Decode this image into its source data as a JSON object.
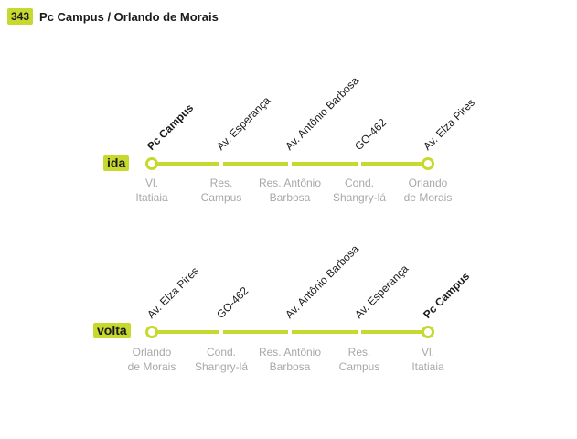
{
  "header": {
    "route_number": "343",
    "route_name": "Pc Campus / Orlando de Morais"
  },
  "colors": {
    "accent": "#c7d92e",
    "stop_text": "#a8a8a8",
    "text": "#1a1a1a"
  },
  "ida": {
    "label": "ida",
    "streets": [
      {
        "text": "Pc Campus",
        "bold": true
      },
      {
        "text": "Av. Esperança",
        "bold": false
      },
      {
        "text": "Av. Antônio Barbosa",
        "bold": false
      },
      {
        "text": "GO-462",
        "bold": false
      },
      {
        "text": "Av. Elza Pires",
        "bold": false
      }
    ],
    "stops": [
      {
        "line1": "Vl.",
        "line2": "Itatiaia"
      },
      {
        "line1": "Res.",
        "line2": "Campus"
      },
      {
        "line1": "Res. Antônio",
        "line2": "Barbosa"
      },
      {
        "line1": "Cond.",
        "line2": "Shangry-lá"
      },
      {
        "line1": "Orlando",
        "line2": "de Morais"
      }
    ]
  },
  "volta": {
    "label": "volta",
    "streets": [
      {
        "text": "Av. Elza Pires",
        "bold": false
      },
      {
        "text": "GO-462",
        "bold": false
      },
      {
        "text": "Av. Antônio Barbosa",
        "bold": false
      },
      {
        "text": "Av. Esperança",
        "bold": false
      },
      {
        "text": "Pc Campus",
        "bold": true
      }
    ],
    "stops": [
      {
        "line1": "Orlando",
        "line2": "de Morais"
      },
      {
        "line1": "Cond.",
        "line2": "Shangry-lá"
      },
      {
        "line1": "Res. Antônio",
        "line2": "Barbosa"
      },
      {
        "line1": "Res.",
        "line2": "Campus"
      },
      {
        "line1": "Vl.",
        "line2": "Itatiaia"
      }
    ]
  }
}
